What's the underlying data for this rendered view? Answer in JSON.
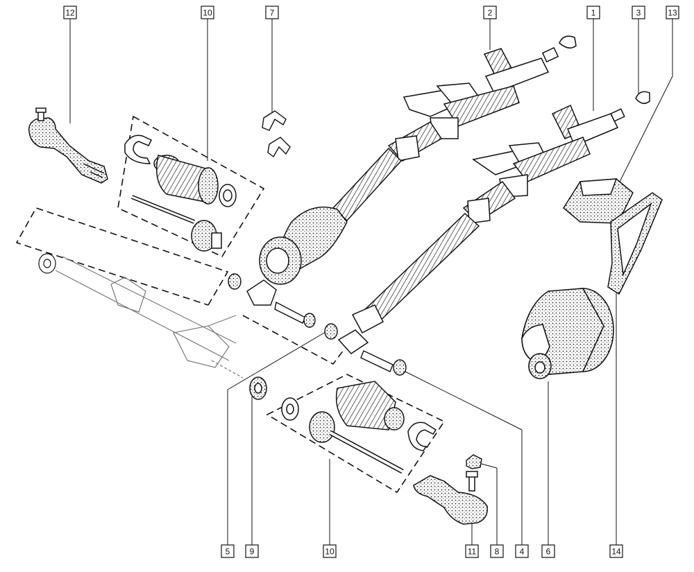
{
  "diagram": {
    "callouts_top": [
      "12",
      "10",
      "7",
      "2",
      "1",
      "3",
      "13"
    ],
    "callouts_bottom": [
      "5",
      "9",
      "10",
      "11",
      "8",
      "4",
      "6",
      "14"
    ]
  }
}
